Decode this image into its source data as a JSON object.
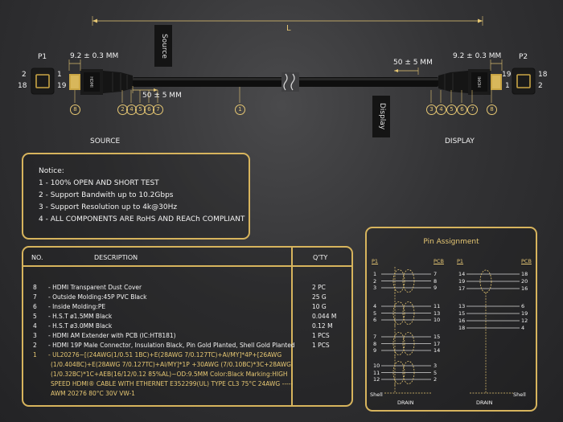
{
  "length_label": "L",
  "p1_label": "P1",
  "p2_label": "P2",
  "p1_pins": {
    "tl": "2",
    "tr": "1",
    "bl": "18",
    "br": "19"
  },
  "p2_pins": {
    "tl": "19",
    "tr": "18",
    "bl": "1",
    "br": "2"
  },
  "dim_plug_left": "9.2 ± 0.3 MM",
  "dim_plug_right": "9.2 ± 0.3 MM",
  "dim_sleeve_left": "50 ± 5 MM",
  "dim_sleeve_right": "50 ± 5 MM",
  "tag_source": "Source",
  "tag_display": "Display",
  "caption_source": "SOURCE",
  "caption_display": "DISPLAY",
  "callouts_left": [
    "8",
    "2",
    "4",
    "5",
    "6",
    "7"
  ],
  "callout_cable": "1",
  "callouts_right": [
    "3",
    "4",
    "5",
    "6",
    "7",
    "8"
  ],
  "notice": {
    "title": "Notice:",
    "lines": [
      "1 - 100% OPEN AND SHORT TEST",
      "2 - Support Bandwith up to 10.2Gbps",
      "3 - Support Resolution up to 4k@30Hz",
      "4 - ALL COMPONENTS ARE RoHS AND REACh COMPLIANT"
    ]
  },
  "bom": {
    "col_no": "NO.",
    "col_desc": "DESCRIPTION",
    "col_qty": "Q'TY",
    "rows": [
      {
        "no": "8",
        "desc": "- HDMI Transparent Dust Cover",
        "qty": "2 PC"
      },
      {
        "no": "7",
        "desc": "- Outside Molding:45P PVC Black",
        "qty": "25 G"
      },
      {
        "no": "6",
        "desc": "- Inside Molding:PE",
        "qty": "10 G"
      },
      {
        "no": "5",
        "desc": "- H.S.T ø1.5MM Black",
        "qty": "0.044 M"
      },
      {
        "no": "4",
        "desc": "- H.S.T ø3.0MM Black",
        "qty": "0.12 M"
      },
      {
        "no": "3",
        "desc": "- HDMI AM Extender with PCB (IC:HT8181)",
        "qty": "1 PCS"
      },
      {
        "no": "2",
        "desc": "- HDMI 19P Male Connector, Insulation Black, Pin Gold Planted, Shell Gold Planted",
        "qty": "1 PCS"
      },
      {
        "no": "1",
        "desc": "- UL20276~[(24AWG(1/0.51 1BC)+E(28AWG 7/0.127TC)+Al/MY]*4P+[26AWG",
        "qty": ""
      }
    ],
    "row1_cont": [
      "(1/0.404BC)+E(28AWG 7/0.127TC)+Al/MY]*1P +30AWG (7/0.10BC)*3C+28AWG",
      "(1/0.32BC)*1C+AEB(16/12/0.12 85%AL)~OD:9.5MM Color:Black Marking:HIGH",
      "SPEED HDMI® CABLE WITH ETHERNET E352299(UL) TYPE CL3 75°C 24AWG -----",
      "AWM 20276 80°C  30V VW-1"
    ]
  },
  "pins": {
    "title": "Pin Assignment",
    "left_head_p1": "P1",
    "left_head_pcb": "PCB",
    "right_head_p1": "P1",
    "right_head_pcb": "PCB",
    "left_pairs": [
      [
        [
          "1",
          "7"
        ],
        [
          "2",
          "8"
        ],
        [
          "3",
          "9"
        ]
      ],
      [
        [
          "4",
          "11"
        ],
        [
          "5",
          "13"
        ],
        [
          "6",
          "10"
        ]
      ],
      [
        [
          "7",
          "15"
        ],
        [
          "8",
          "17"
        ],
        [
          "9",
          "14"
        ]
      ],
      [
        [
          "10",
          "3"
        ],
        [
          "11",
          "5"
        ],
        [
          "12",
          "2"
        ]
      ]
    ],
    "right_rows": [
      [
        "14",
        "18"
      ],
      [
        "19",
        "20"
      ],
      [
        "17",
        "16"
      ],
      [
        "13",
        "6"
      ],
      [
        "15",
        "19"
      ],
      [
        "16",
        "12"
      ],
      [
        "18",
        "4"
      ]
    ],
    "shell_left": "Shell",
    "shell_right": "Shell",
    "drain_left": "DRAIN",
    "drain_right": "DRAIN"
  },
  "colors": {
    "accent": "#e6c773",
    "frame": "#d7b45d",
    "background": "#333335"
  }
}
